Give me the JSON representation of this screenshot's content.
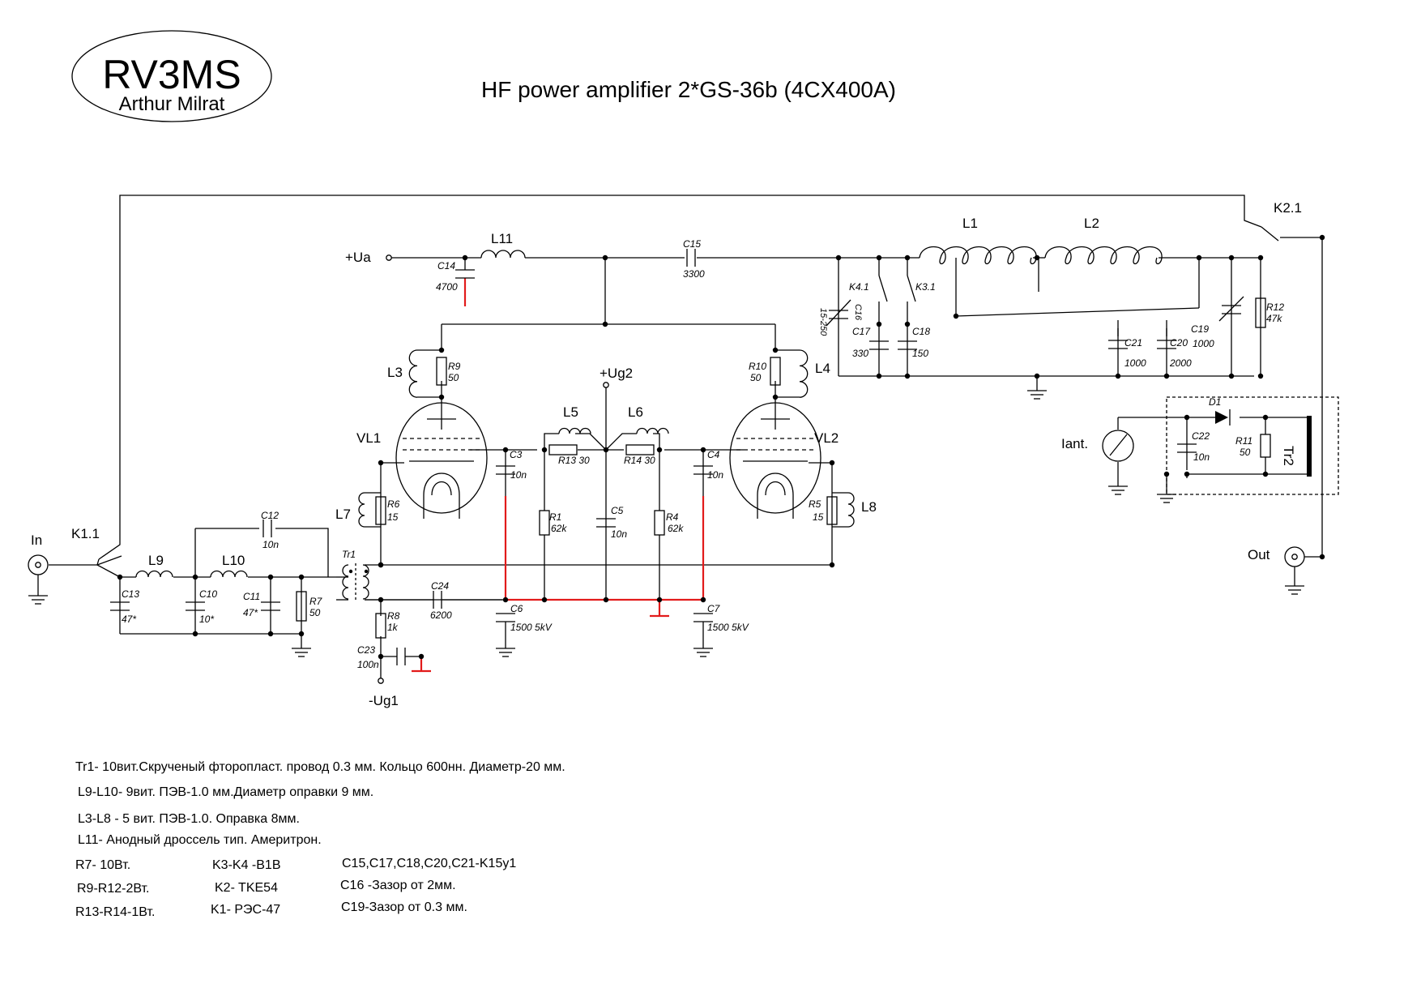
{
  "logo": {
    "call": "RV3MS",
    "name": "Arthur Milrat"
  },
  "title": "HF power amplifier 2*GS-36b (4CX400A)",
  "terminals": {
    "in": "In",
    "out": "Out",
    "ua": "+Ua",
    "ug2": "+Ug2",
    "ug1": "-Ug1",
    "iant": "Iant."
  },
  "tubes": {
    "vl1": "VL1",
    "vl2": "VL2"
  },
  "relays": {
    "k11": "K1.1",
    "k21": "K2.1",
    "k31": "K3.1",
    "k41": "K4.1"
  },
  "inductors": {
    "l1": "L1",
    "l2": "L2",
    "l3": "L3",
    "l4": "L4",
    "l5": "L5",
    "l6": "L6",
    "l7": "L7",
    "l8": "L8",
    "l9": "L9",
    "l10": "L10",
    "l11": "L11"
  },
  "transformers": {
    "tr1": "Tr1",
    "tr2": "Tr2"
  },
  "diode": {
    "d1": "D1"
  },
  "capacitors": {
    "c3": {
      "ref": "C3",
      "val": "10n"
    },
    "c4": {
      "ref": "C4",
      "val": "10n"
    },
    "c5": {
      "ref": "C5",
      "val": "10n"
    },
    "c6": {
      "ref": "C6",
      "val": "1500 5kV"
    },
    "c7": {
      "ref": "C7",
      "val": "1500 5kV"
    },
    "c10": {
      "ref": "C10",
      "val": "10*"
    },
    "c11": {
      "ref": "C11",
      "val": "47*"
    },
    "c12": {
      "ref": "C12",
      "val": "10n"
    },
    "c13": {
      "ref": "C13",
      "val": "47*"
    },
    "c14": {
      "ref": "C14",
      "val": "4700"
    },
    "c15": {
      "ref": "C15",
      "val": "3300"
    },
    "c16": {
      "ref": "C16",
      "val": "15-250"
    },
    "c17": {
      "ref": "C17",
      "val": "330"
    },
    "c18": {
      "ref": "C18",
      "val": "150"
    },
    "c19": {
      "ref": "C19",
      "val": "1000"
    },
    "c20": {
      "ref": "C20",
      "val": "2000"
    },
    "c21": {
      "ref": "C21",
      "val": "1000"
    },
    "c22": {
      "ref": "C22",
      "val": "10n"
    },
    "c23": {
      "ref": "C23",
      "val": "100n"
    },
    "c24": {
      "ref": "C24",
      "val": "6200"
    }
  },
  "resistors": {
    "r1": {
      "ref": "R1",
      "val": "62k"
    },
    "r4": {
      "ref": "R4",
      "val": "62k"
    },
    "r5": {
      "ref": "R5",
      "val": "15"
    },
    "r6": {
      "ref": "R6",
      "val": "15"
    },
    "r7": {
      "ref": "R7",
      "val": "50"
    },
    "r8": {
      "ref": "R8",
      "val": "1k"
    },
    "r9": {
      "ref": "R9",
      "val": "50"
    },
    "r10": {
      "ref": "R10",
      "val": "50"
    },
    "r11": {
      "ref": "R11",
      "val": "50"
    },
    "r12": {
      "ref": "R12",
      "val": "47k"
    },
    "r13": {
      "ref": "R13",
      "val": "30"
    },
    "r14": {
      "ref": "R14",
      "val": "30"
    }
  },
  "notes": [
    "Tr1- 10вит.Скрученый фторопласт. провод 0.3 мм. Кольцо 600нн. Диаметр-20 мм.",
    "L9-L10- 9вит. ПЭВ-1.0 мм.Диаметр оправки 9 мм.",
    "L3-L8 - 5 вит. ПЭВ-1.0. Оправка 8мм.",
    "L11- Анодный дроссель тип. Америтрон."
  ],
  "specs": {
    "col1": [
      "R7- 10Вт.",
      "R9-R12-2Вт.",
      "R13-R14-1Вт."
    ],
    "col2": [
      "K3-K4 -B1B",
      "K2- TKE54",
      "K1- РЭС-47"
    ],
    "col3": [
      "C15,C17,C18,C20,C21-K15у1",
      "C16 -Зазор от 2мм.",
      "C19-Зазор от 0.3 мм."
    ]
  }
}
